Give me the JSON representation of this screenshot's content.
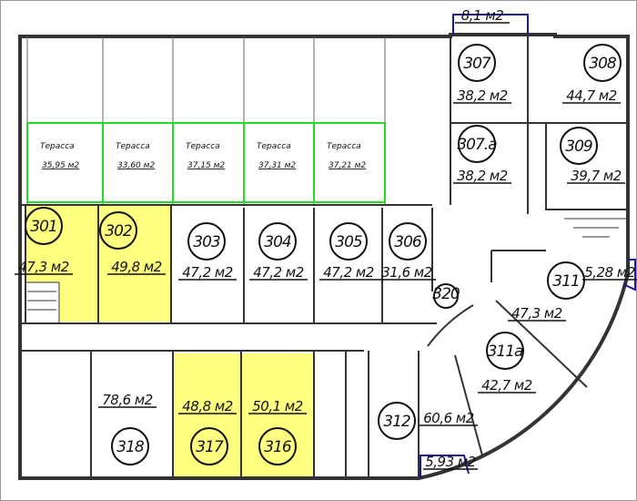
{
  "plan": {
    "colors": {
      "highlight": "#ffff80",
      "terrace_border": "#22dd22",
      "wall": "#333333",
      "balcony": "#1a1a99"
    },
    "terraces": [
      {
        "label": "Терасса",
        "area": "35,95 м2"
      },
      {
        "label": "Терасса",
        "area": "33,60 м2"
      },
      {
        "label": "Терасса",
        "area": "37,15 м2"
      },
      {
        "label": "Терасса",
        "area": "37,31 м2"
      },
      {
        "label": "Терасса",
        "area": "37,21 м2"
      }
    ],
    "rooms": [
      {
        "number": "301",
        "area": "47,3 м2",
        "highlighted": true
      },
      {
        "number": "302",
        "area": "49,8 м2",
        "highlighted": true
      },
      {
        "number": "303",
        "area": "47,2 м2",
        "highlighted": false
      },
      {
        "number": "304",
        "area": "47,2 м2",
        "highlighted": false
      },
      {
        "number": "305",
        "area": "47,2 м2",
        "highlighted": false
      },
      {
        "number": "306",
        "area": "31,6 м2",
        "highlighted": false
      },
      {
        "number": "307",
        "area": "38,2 м2",
        "highlighted": false
      },
      {
        "number": "308",
        "area": "44,7 м2",
        "highlighted": false
      },
      {
        "number": "307.a",
        "area": "38,2 м2",
        "highlighted": false
      },
      {
        "number": "309",
        "area": "39,7 м2",
        "highlighted": false
      },
      {
        "number": "311",
        "area": "47,3 м2",
        "highlighted": false
      },
      {
        "number": "311a",
        "area": "42,7 м2",
        "highlighted": false
      },
      {
        "number": "312",
        "area": "60,6 м2",
        "highlighted": false
      },
      {
        "number": "316",
        "area": "50,1 м2",
        "highlighted": true
      },
      {
        "number": "317",
        "area": "48,8 м2",
        "highlighted": true
      },
      {
        "number": "318",
        "area": "78,6 м2",
        "highlighted": false
      },
      {
        "number": "320",
        "area": "",
        "highlighted": false
      }
    ],
    "balconies": [
      {
        "id": "b-top",
        "area": "8,1 м2"
      },
      {
        "id": "b-right",
        "area": "5,28 м2"
      },
      {
        "id": "b-bottom",
        "area": "5,93 м2"
      }
    ]
  }
}
